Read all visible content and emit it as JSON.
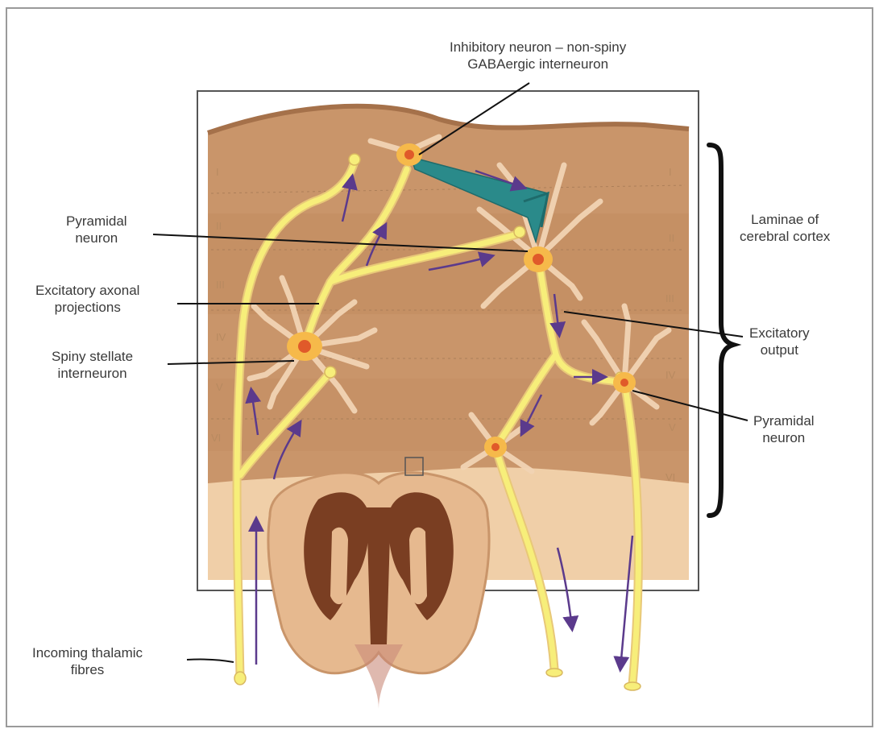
{
  "labels": {
    "inhibitory": {
      "line1": "Inhibitory neuron – non-spiny",
      "line2": "GABAergic interneuron"
    },
    "pyramidal_top": {
      "line1": "Pyramidal",
      "line2": "neuron"
    },
    "excitatory_axonal": {
      "line1": "Excitatory axonal",
      "line2": "projections"
    },
    "spiny_stellate": {
      "line1": "Spiny stellate",
      "line2": "interneuron"
    },
    "incoming": {
      "line1": "Incoming thalamic",
      "line2": "fibres"
    },
    "laminae": {
      "line1": "Laminae of",
      "line2": "cerebral cortex"
    },
    "excitatory_output": {
      "line1": "Excitatory",
      "line2": "output"
    },
    "pyramidal_right": {
      "line1": "Pyramidal",
      "line2": "neuron"
    }
  },
  "layers_left": [
    "I",
    "II",
    "III",
    "IV",
    "V",
    "VI"
  ],
  "layers_right": [
    "I",
    "II",
    "III",
    "IV",
    "V",
    "VI"
  ],
  "colors": {
    "cortex": "#c9956a",
    "white_matter": "#f0cfa8",
    "grey_matter": "#e6b98f",
    "dark_tissue": "#7a3e22",
    "neuron": "#f7ee7a",
    "inhibitory": "#2a8a8a",
    "arrow": "#5b3a8c"
  }
}
